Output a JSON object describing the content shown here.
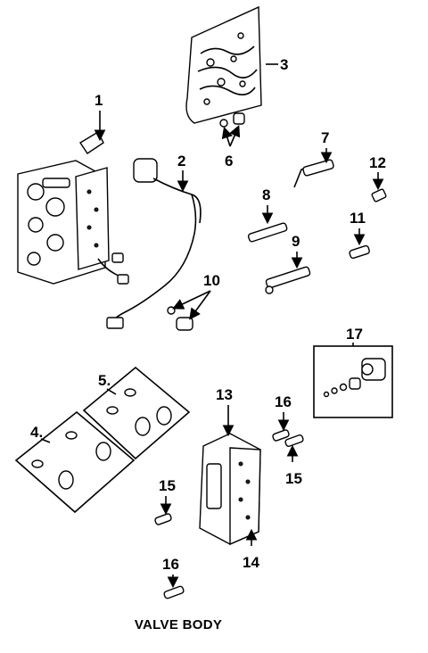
{
  "title": "VALVE BODY",
  "callouts": {
    "c1": "1",
    "c2": "2",
    "c3": "3",
    "c4": "4.",
    "c5": "5.",
    "c6": "6",
    "c7": "7",
    "c8": "8",
    "c9": "9",
    "c10": "10",
    "c11": "11",
    "c12": "12",
    "c13": "13",
    "c14": "14",
    "c15a": "15",
    "c15b": "15",
    "c16a": "16",
    "c16b": "16",
    "c17": "17"
  }
}
